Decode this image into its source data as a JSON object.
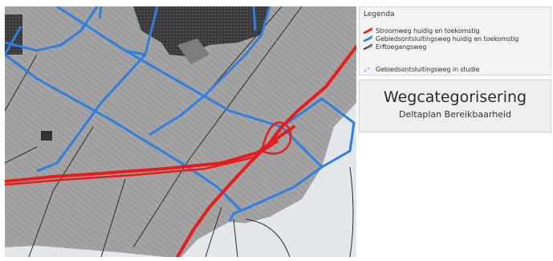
{
  "legend": {
    "title": "Legenda",
    "items": [
      {
        "label": "Stroomweg huidig en toekomstig",
        "color": "#e81c1c",
        "icon": "red-double-line-icon"
      },
      {
        "label": "Gebiedsontsluitingsweg huidig en toekomstig",
        "color": "#2f7fe0",
        "icon": "blue-double-line-icon"
      },
      {
        "label": "Erftoegangsweg",
        "color": "#333333",
        "icon": "black-double-line-icon"
      },
      {
        "label": "Gebiedsontsluitingsweg in studie",
        "color": "#2f7fe0",
        "icon": "blue-dotted-line-icon"
      }
    ]
  },
  "title_block": {
    "title": "Wegcategorisering",
    "subtitle": "Deltaplan Bereikbaarheid"
  },
  "colors": {
    "land": "#9e9e9e",
    "water": "#e4e7ea",
    "stroomweg": "#e81c1c",
    "gebiedsontsluitingsweg": "#2f7fe0",
    "erftoegangsweg": "#2a2a2a",
    "built_up": "#3a3a3a"
  }
}
